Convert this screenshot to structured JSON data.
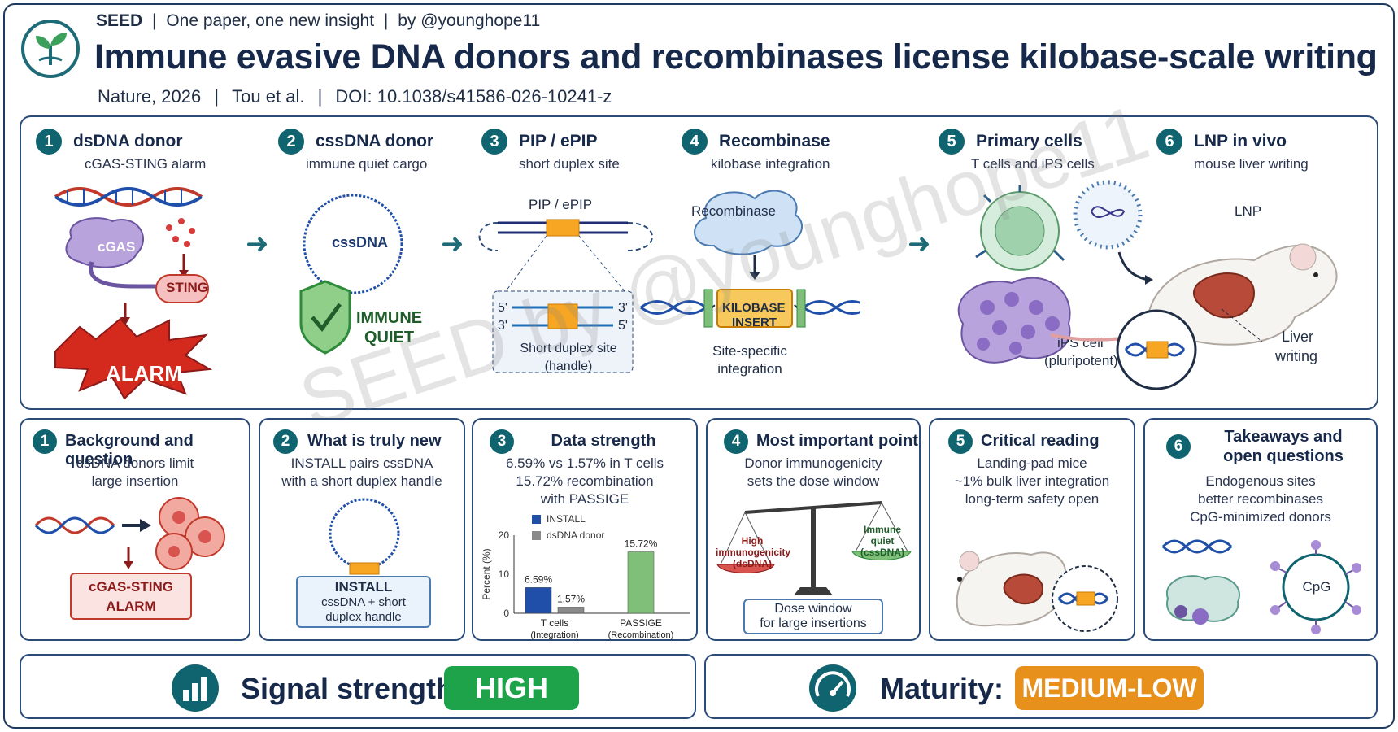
{
  "header": {
    "tagline": [
      "SEED",
      "|",
      "One paper, one new insight",
      "|",
      "by @younghope11"
    ],
    "title": "Immune evasive DNA donors and recombinases license kilobase-scale writing",
    "citation": [
      "Nature, 2026",
      "|",
      "Tou et al.",
      "|",
      "DOI: 10.1038/s41586-026-10241-z"
    ]
  },
  "watermark": "SEED by @younghope11",
  "steps": [
    {
      "num": "1",
      "title": "dsDNA donor",
      "subtitle": "cGAS-STING alarm",
      "labels": {
        "cgas": "cGAS",
        "sting": "STING",
        "alarm": "ALARM"
      }
    },
    {
      "num": "2",
      "title": "cssDNA donor",
      "subtitle": "immune quiet cargo",
      "labels": {
        "cssdna": "cssDNA",
        "immune": "IMMUNE",
        "quiet": "QUIET"
      }
    },
    {
      "num": "3",
      "title": "PIP / ePIP",
      "subtitle": "short duplex site",
      "labels": {
        "pip": "PIP / ePIP",
        "five_l": "5'",
        "three_l": "3'",
        "three_r": "3'",
        "five_r": "5'",
        "site": "Short duplex site",
        "handle": "(handle)"
      }
    },
    {
      "num": "4",
      "title": "Recombinase",
      "subtitle": "kilobase integration",
      "labels": {
        "recombinase": "Recombinase",
        "kilobase": "KILOBASE",
        "insert": "INSERT",
        "site1": "Site-specific",
        "site2": "integration"
      }
    },
    {
      "num": "5",
      "title": "Primary cells",
      "subtitle": "T cells and iPS cells",
      "labels": {
        "tcell": "T cell",
        "ips": "iPS cell",
        "pluri": "(pluripotent)"
      }
    },
    {
      "num": "6",
      "title": "LNP in vivo",
      "subtitle": "mouse liver writing",
      "labels": {
        "lnp": "LNP",
        "liver": "Liver",
        "writing": "writing"
      }
    }
  ],
  "cards": [
    {
      "num": "1",
      "title": "Background and question",
      "lines": [
        "dsDNA donors limit",
        "large insertion"
      ],
      "box": [
        "cGAS-STING",
        "ALARM"
      ]
    },
    {
      "num": "2",
      "title": "What is truly new",
      "lines": [
        "INSTALL pairs cssDNA",
        "with a short duplex handle"
      ],
      "box": [
        "INSTALL",
        "cssDNA + short",
        "duplex handle"
      ]
    },
    {
      "num": "3",
      "title": "Data strength",
      "lines": [
        "6.59% vs 1.57% in T cells",
        "15.72% recombination",
        "with PASSIGE"
      ]
    },
    {
      "num": "4",
      "title": "Most important point",
      "lines": [
        "Donor immunogenicity",
        "sets the dose window"
      ],
      "scale_left": [
        "High",
        "immunogenicity",
        "(dsDNA)"
      ],
      "scale_right": [
        "Immune",
        "quiet",
        "(cssDNA)"
      ],
      "box": [
        "Dose window",
        "for large insertions"
      ]
    },
    {
      "num": "5",
      "title": "Critical reading",
      "lines": [
        "Landing-pad mice",
        "~1% bulk liver integration",
        "long-term safety open"
      ]
    },
    {
      "num": "6",
      "title": "Takeaways and",
      "title2": "open questions",
      "lines": [
        "Endogenous sites",
        "better recombinases",
        "CpG-minimized donors"
      ],
      "cpg": "CpG"
    }
  ],
  "chart_data": {
    "type": "bar",
    "ylabel": "Percent (%)",
    "yticks": [
      "0",
      "10",
      "20"
    ],
    "ylim": [
      0,
      20
    ],
    "groups": [
      {
        "label": "T cells",
        "sub": "(Integration)"
      },
      {
        "label": "PASSIGE",
        "sub": "(Recombination)"
      }
    ],
    "series": [
      {
        "name": "INSTALL",
        "color": "#1f4fa8",
        "values": [
          6.59,
          null
        ],
        "labels": [
          "6.59%",
          ""
        ]
      },
      {
        "name": "dsDNA donor",
        "color": "#8a8a8a",
        "values": [
          1.57,
          null
        ],
        "labels": [
          "1.57%",
          ""
        ]
      },
      {
        "name": "",
        "color": "#7fbf7a",
        "values": [
          null,
          15.72
        ],
        "labels": [
          "",
          "15.72%"
        ]
      }
    ]
  },
  "signal": {
    "label": "Signal strength:",
    "value": "HIGH",
    "color": "#1fa34a"
  },
  "maturity": {
    "label": "Maturity:",
    "value": "MEDIUM-LOW",
    "color": "#e8901c"
  }
}
